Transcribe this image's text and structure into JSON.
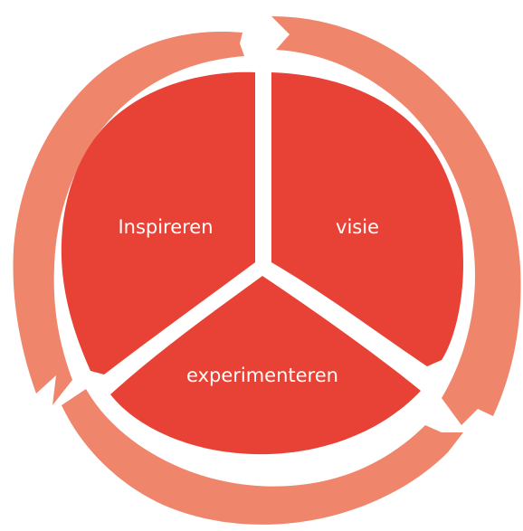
{
  "diagram": {
    "segments": [
      {
        "id": "inspireren",
        "label": "Inspireren"
      },
      {
        "id": "visie",
        "label": "visie"
      },
      {
        "id": "experimenteren",
        "label": "experimenteren"
      }
    ],
    "colors": {
      "segment_fill": "#E84236",
      "ring_fill": "#EF866C",
      "background": "#FFFFFF",
      "label_color": "#FFFFFF"
    }
  }
}
